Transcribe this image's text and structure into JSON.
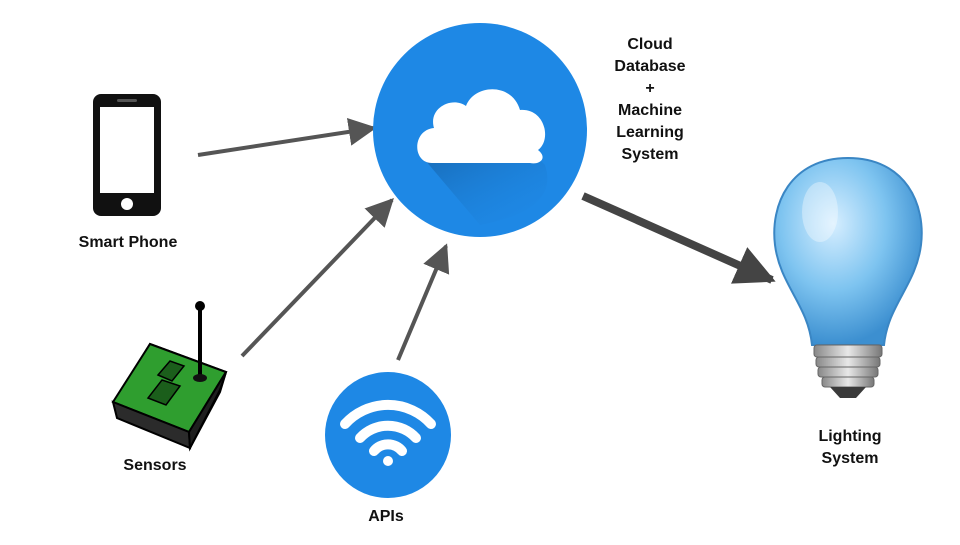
{
  "nodes": {
    "smartphone": {
      "label": "Smart Phone",
      "icon": "smartphone-icon"
    },
    "sensors": {
      "label": "Sensors",
      "icon": "sensor-board-icon"
    },
    "apis": {
      "label": "APIs",
      "icon": "wifi-icon"
    },
    "cloud": {
      "label_lines": [
        "Cloud",
        "Database",
        "+",
        "Machine",
        "Learning",
        "System"
      ],
      "icon": "cloud-icon"
    },
    "lighting": {
      "label_lines": [
        "Lighting",
        "System"
      ],
      "icon": "light-bulb-icon"
    }
  },
  "edges": [
    {
      "from": "smartphone",
      "to": "cloud"
    },
    {
      "from": "sensors",
      "to": "cloud"
    },
    {
      "from": "apis",
      "to": "cloud"
    },
    {
      "from": "cloud",
      "to": "lighting"
    }
  ],
  "colors": {
    "cloud_circle": "#1e88e5",
    "api_circle": "#1e88e5",
    "arrow": "#555555",
    "bulb": "#7ec4f0",
    "sensor_board": "#2e9e2e"
  }
}
